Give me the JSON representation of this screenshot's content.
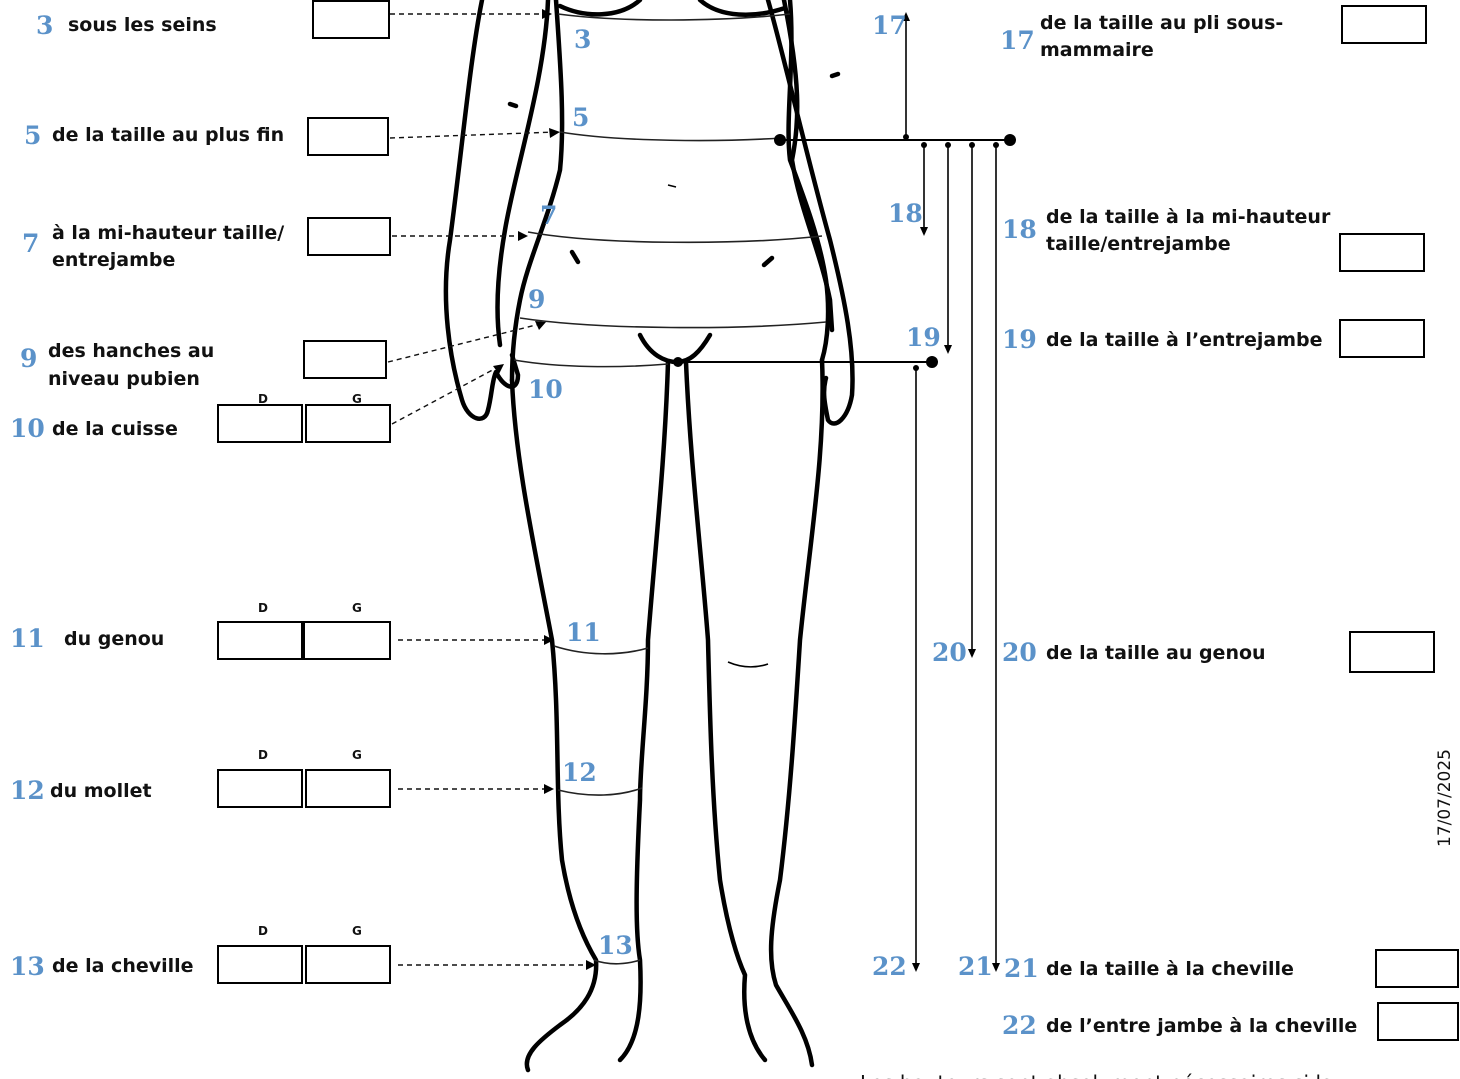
{
  "measurements_left": [
    {
      "num": "3",
      "label_lines": [
        "sous les seins"
      ],
      "region_label": "3"
    },
    {
      "num": "5",
      "label_lines": [
        "de la taille au plus fin"
      ],
      "region_label": "5"
    },
    {
      "num": "7",
      "label_lines": [
        "à la mi-hauteur taille/",
        "entrejambe"
      ],
      "region_label": "7"
    },
    {
      "num": "9",
      "label_lines": [
        "des hanches au",
        "niveau pubien"
      ],
      "region_label": "9"
    },
    {
      "num": "10",
      "label_lines": [
        "de la cuisse"
      ],
      "region_label": "10"
    },
    {
      "num": "11",
      "label_lines": [
        "du genou"
      ],
      "region_label": "11"
    },
    {
      "num": "12",
      "label_lines": [
        "du mollet"
      ],
      "region_label": "12"
    },
    {
      "num": "13",
      "label_lines": [
        "de la cheville"
      ],
      "region_label": "13"
    }
  ],
  "side_labels": {
    "right": "D",
    "left": "G"
  },
  "measurements_right": [
    {
      "num": "17",
      "label_lines": [
        "de la taille au pli sous-",
        "mammaire"
      ],
      "ruler_label": "17"
    },
    {
      "num": "18",
      "label_lines": [
        "de la taille à la mi-hauteur",
        "taille/entrejambe"
      ],
      "ruler_label": "18"
    },
    {
      "num": "19",
      "label_lines": [
        "de la taille à l’entrejambe"
      ],
      "ruler_label": "19"
    },
    {
      "num": "20",
      "label_lines": [
        "de la taille au genou"
      ],
      "ruler_label": "20"
    },
    {
      "num": "21",
      "label_lines": [
        "de la taille à la cheville"
      ],
      "ruler_label": "21"
    },
    {
      "num": "22",
      "label_lines": [
        "de l’entre jambe à la cheville"
      ],
      "ruler_label": "22"
    }
  ],
  "footer_note": "Les hauteurs sont absolument nécessaires si la",
  "date": "17/07/2025",
  "colors": {
    "number": "#5b92c9",
    "text": "#111111",
    "line": "#000000"
  }
}
